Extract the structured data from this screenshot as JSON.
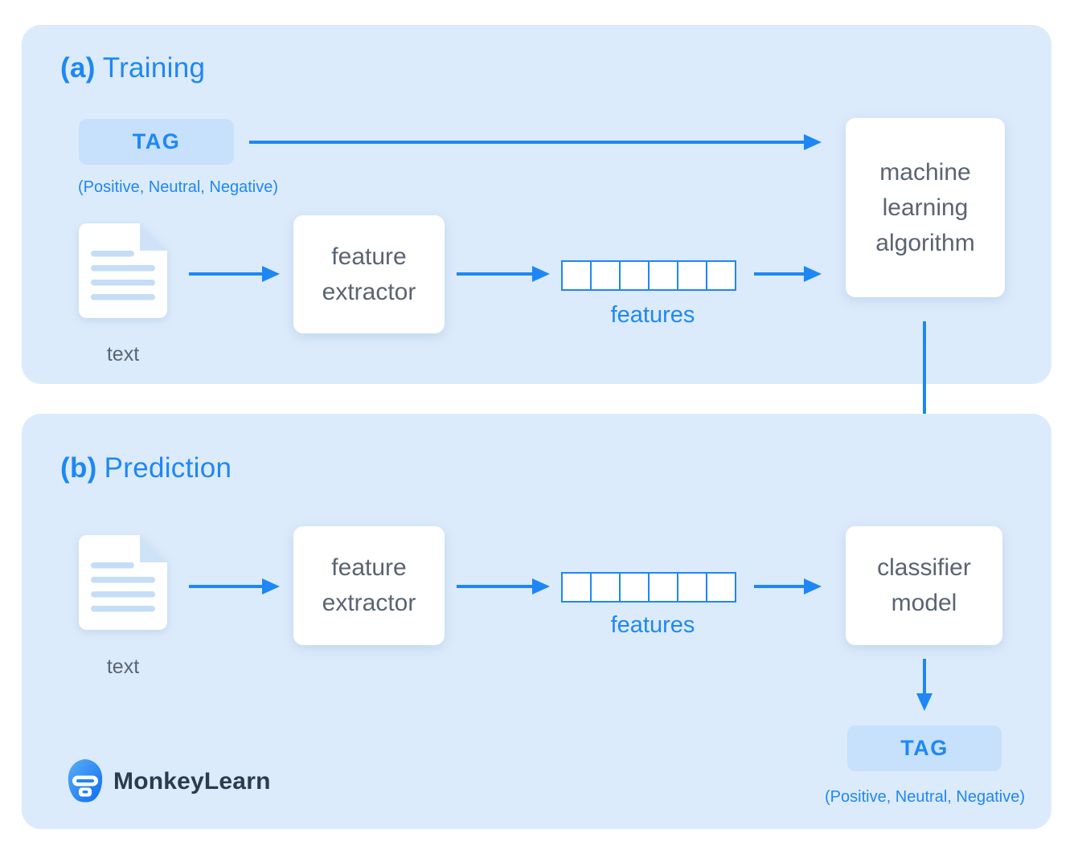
{
  "training": {
    "prefix": "(a)",
    "title": "Training",
    "tag_label": "TAG",
    "tag_options": "(Positive, Neutral, Negative)",
    "text_label": "text",
    "extractor_label": "feature extractor",
    "features_label": "features",
    "features_cells": 6,
    "algorithm_label": "machine learning algorithm"
  },
  "prediction": {
    "prefix": "(b)",
    "title": "Prediction",
    "text_label": "text",
    "extractor_label": "feature extractor",
    "features_label": "features",
    "features_cells": 6,
    "model_label": "classifier model",
    "tag_label": "TAG",
    "tag_options": "(Positive, Neutral, Negative)"
  },
  "branding": {
    "name": "MonkeyLearn"
  },
  "colors": {
    "accent": "#1e87f5",
    "panel_bg": "#dcebfb",
    "tag_bg": "#c7e0fb",
    "box_text": "#5a6471",
    "logo_text": "#2b3b50",
    "doc_fold": "#cfe3f8",
    "doc_line": "#c5ddf6"
  }
}
